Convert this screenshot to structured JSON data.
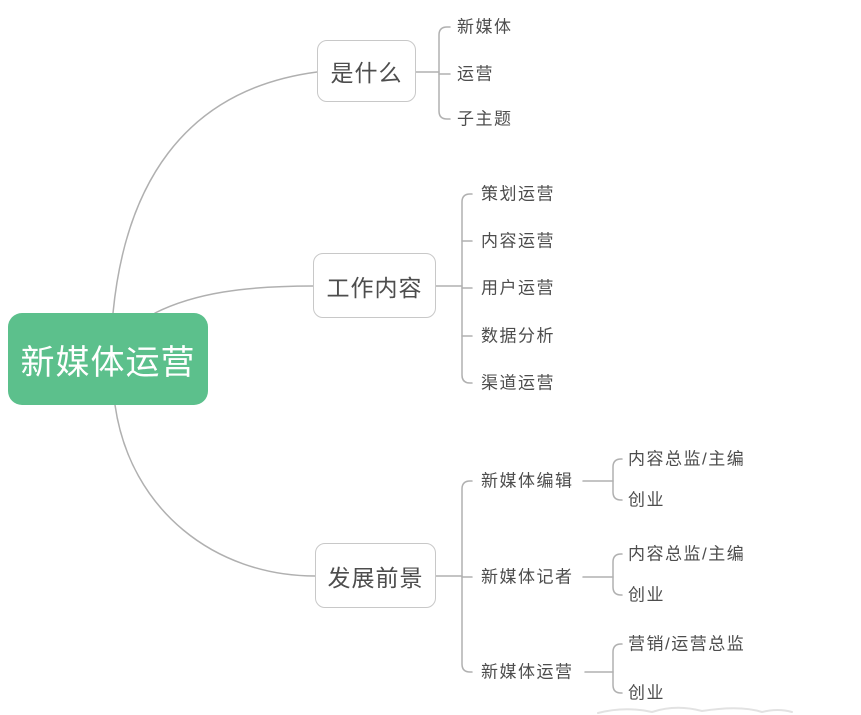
{
  "diagram_type": "mindmap",
  "root": {
    "label": "新媒体运营"
  },
  "branches": [
    {
      "label": "是什么",
      "children": [
        {
          "label": "新媒体"
        },
        {
          "label": "运营"
        },
        {
          "label": "子主题"
        }
      ]
    },
    {
      "label": "工作内容",
      "children": [
        {
          "label": "策划运营"
        },
        {
          "label": "内容运营"
        },
        {
          "label": "用户运营"
        },
        {
          "label": "数据分析"
        },
        {
          "label": "渠道运营"
        }
      ]
    },
    {
      "label": "发展前景",
      "children": [
        {
          "label": "新媒体编辑",
          "children": [
            {
              "label": "内容总监/主编"
            },
            {
              "label": "创业"
            }
          ]
        },
        {
          "label": "新媒体记者",
          "children": [
            {
              "label": "内容总监/主编"
            },
            {
              "label": "创业"
            }
          ]
        },
        {
          "label": "新媒体运营",
          "children": [
            {
              "label": "营销/运营总监"
            },
            {
              "label": "创业"
            }
          ]
        }
      ]
    }
  ],
  "colors": {
    "root_bg": "#5cc08c",
    "root_text": "#ffffff",
    "topic_text": "#4d4d4d",
    "box_border": "#c8c8c8",
    "box_bg": "#ffffff",
    "line": "#b0b0b0",
    "background": "#ffffff"
  }
}
